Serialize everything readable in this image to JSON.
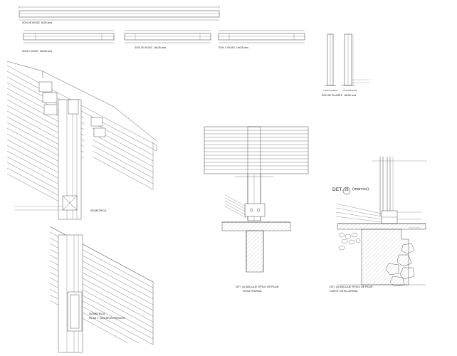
{
  "beams": {
    "top": {
      "title": "SON 08 VIGAS",
      "size": "8x28 cms"
    },
    "row": [
      {
        "title": "SON 2 VIGAS",
        "size": "18x28 cms"
      },
      {
        "title": "SON 30 VIGAS",
        "size": "18x28 cms"
      },
      {
        "title": "SON 2 VIGAS",
        "size": "18x28 cms"
      }
    ]
  },
  "pillars": {
    "title": "SON 06 PILARES",
    "size": "18x28 cms",
    "views": {
      "lateral": "VISTA LATERAL",
      "frontal": "VISTA FRONTAL"
    }
  },
  "isometric_1": {
    "caption": "ISOMETRICA"
  },
  "isometric_2": {
    "line1": "ISOMETRICA",
    "line2": "PILAR Y VIGA EN EXTREMOS"
  },
  "detail_1": {
    "caption_line1": "DET. (1)  ANCLAJE TIPICO DE PILAR",
    "caption_line2": "VISTA FRONTAL"
  },
  "detail_2": {
    "title_prefix": "DET.",
    "title_num": "25",
    "title_suffix": "(marcos)",
    "caption_line1": "DET. (2)  ANCLAJE TIPICO DE PILAR",
    "caption_line2": "CORTE VISTA LATERAL"
  }
}
